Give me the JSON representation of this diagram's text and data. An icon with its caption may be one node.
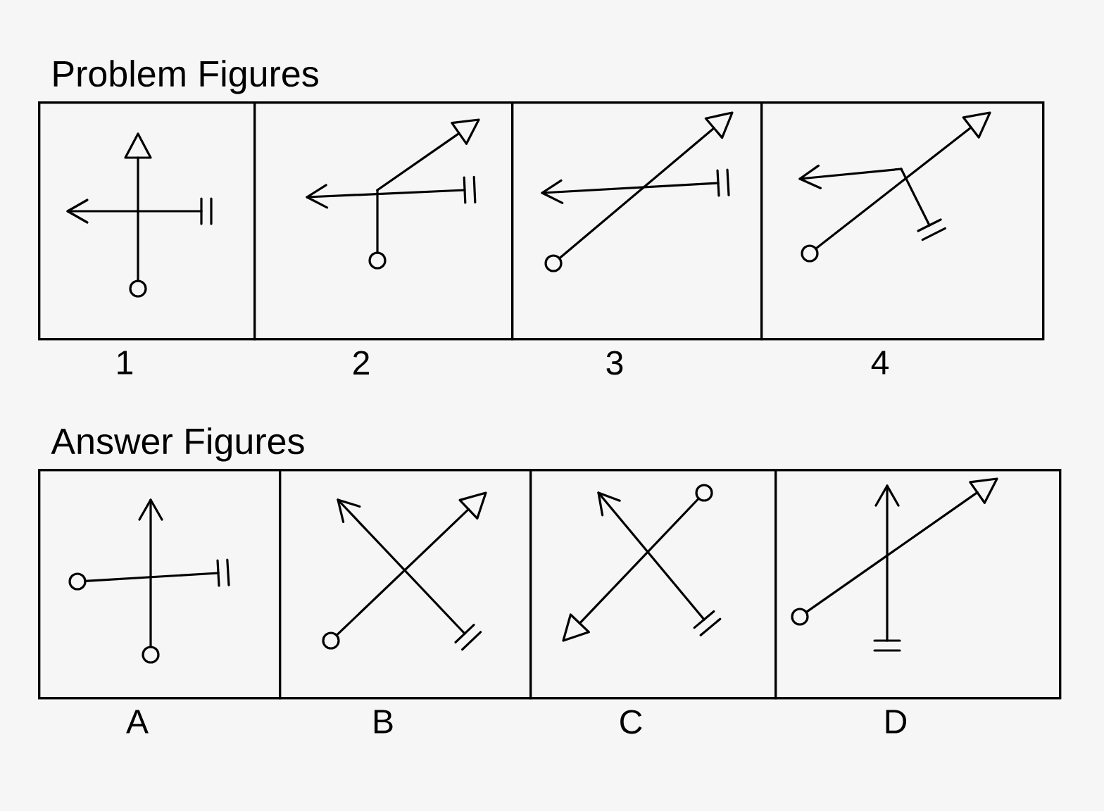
{
  "diagram": {
    "nodes": [
      {
        "text": [
          "Problem Figures"
        ]
      },
      {
        "text": [],
        "shape": "box",
        "in": 0,
        "beside": [
          "1"
        ]
      },
      {
        "text": [],
        "shape": "box",
        "in": 0,
        "beside": [
          "2"
        ]
      },
      {
        "text": [],
        "shape": "box",
        "in": 0,
        "beside": [
          "3"
        ]
      },
      {
        "text": [],
        "shape": "box",
        "in": 0,
        "beside": [
          "4"
        ]
      },
      {
        "text": [
          "Answer Figures"
        ]
      },
      {
        "text": [],
        "shape": "box",
        "in": 5,
        "beside": [
          "A"
        ]
      },
      {
        "text": [],
        "shape": "box",
        "in": 5,
        "beside": [
          "B"
        ]
      },
      {
        "text": [],
        "shape": "box",
        "in": 5,
        "beside": [
          "C"
        ]
      },
      {
        "text": [],
        "shape": "box",
        "in": 5,
        "beside": [
          "D"
        ]
      }
    ]
  }
}
